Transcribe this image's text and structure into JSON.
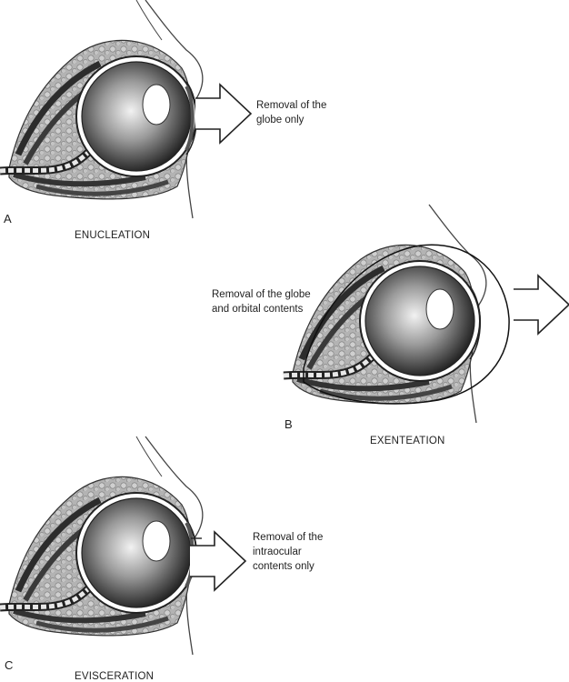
{
  "panels": [
    {
      "letter": "A",
      "caption": "ENUCLEATION",
      "description": "Removal of the\nglobe only",
      "arrow_icon": "outline-right-arrow-icon",
      "eye_icon": "orbit-eye-cross-section-icon"
    },
    {
      "letter": "B",
      "caption": "EXENTEATION",
      "description": "Removal of the globe\nand orbital contents",
      "arrow_icon": "outline-right-arrow-icon",
      "eye_icon": "orbit-eye-cross-section-icon"
    },
    {
      "letter": "C",
      "caption": "EVISCERATION",
      "description": "Removal of the\nintraocular\ncontents only",
      "arrow_icon": "outline-right-arrow-icon",
      "eye_icon": "orbit-eye-cross-section-icon"
    }
  ],
  "colors": {
    "ink": "#222222",
    "tissue": "#a9a9a9",
    "tissue_dark": "#5e5e5e",
    "globe_dark": "#111111",
    "background": "#ffffff"
  }
}
